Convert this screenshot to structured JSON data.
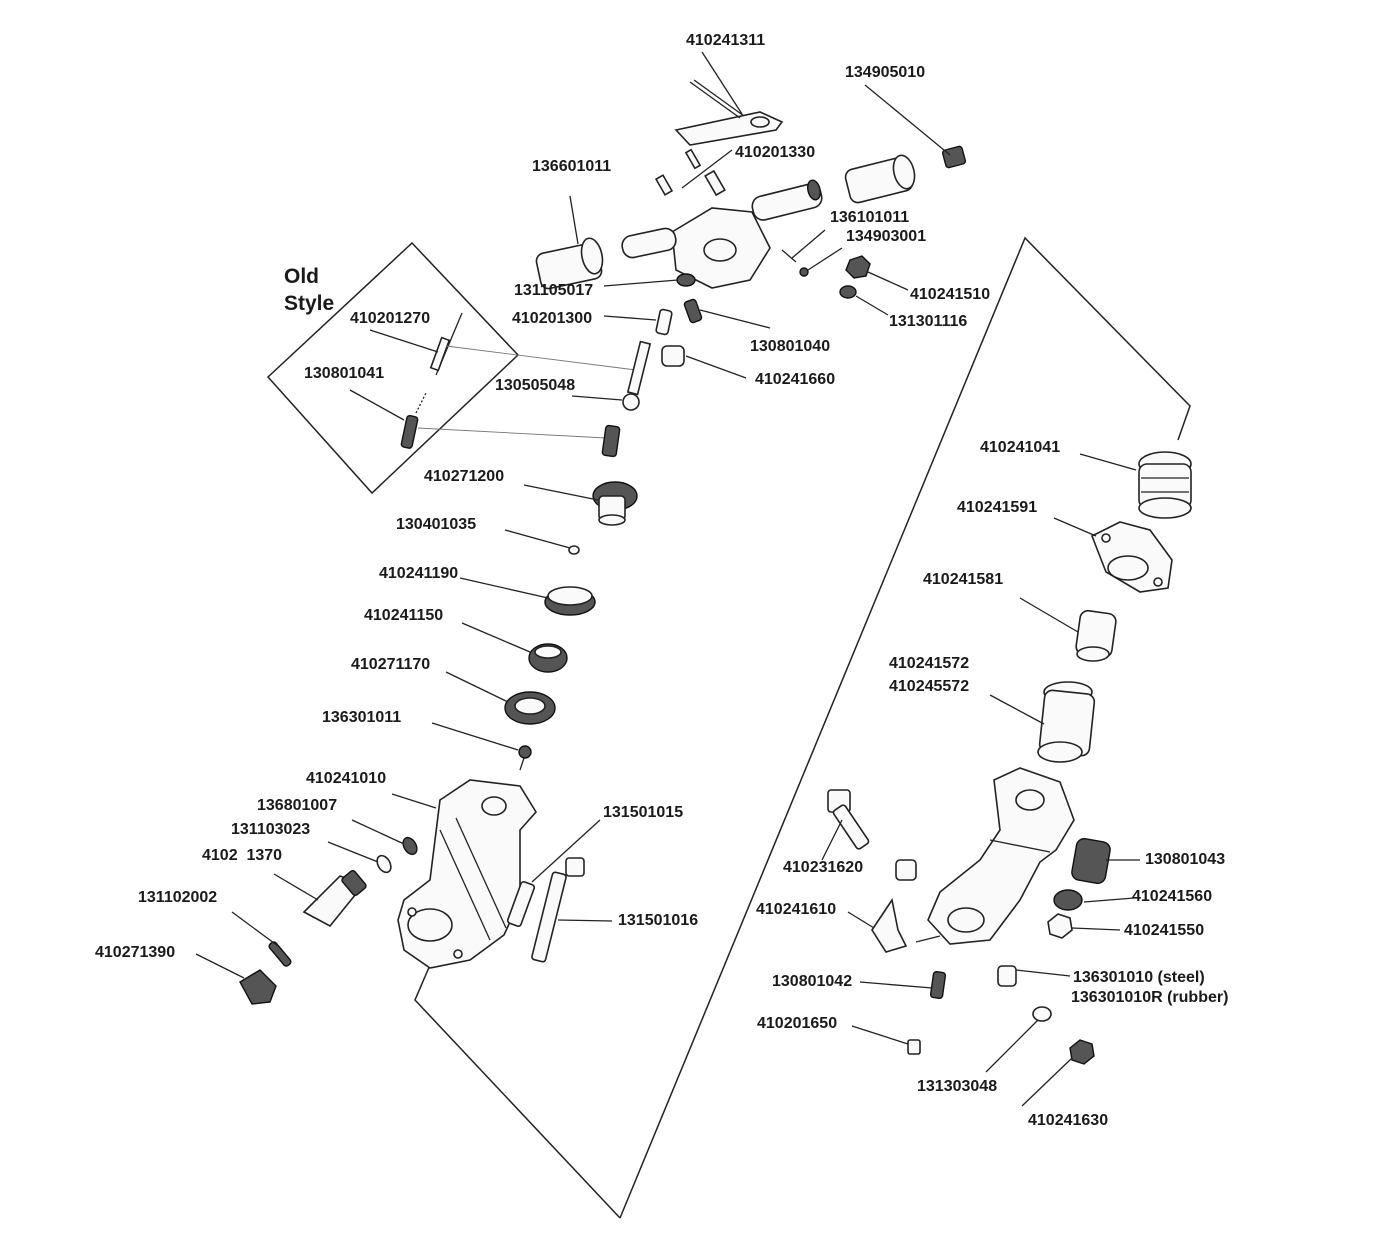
{
  "old_style": {
    "line1": "Old",
    "line2": "Style"
  },
  "labels": {
    "p410241311": "410241311",
    "p134905010": "134905010",
    "p410201330": "410201330",
    "p136601011": "136601011",
    "p136101011": "136101011",
    "p134903001": "134903001",
    "p410241510": "410241510",
    "p131301116": "131301116",
    "p131105017": "131105017",
    "p410201300": "410201300",
    "p130801040": "130801040",
    "p410201270": "410201270",
    "p130801041": "130801041",
    "p130505048": "130505048",
    "p410241660": "410241660",
    "p410271200": "410271200",
    "p130401035": "130401035",
    "p410241190": "410241190",
    "p410241150": "410241150",
    "p410271170": "410271170",
    "p136301011": "136301011",
    "p410241010": "410241010",
    "p136801007": "136801007",
    "p131103023": "131103023",
    "p4102_1370": "4102  1370",
    "p131102002": "131102002",
    "p410271390": "410271390",
    "p131501015": "131501015",
    "p131501016": "131501016",
    "p410241041": "410241041",
    "p410241591": "410241591",
    "p410241581": "410241581",
    "p410241572": "410241572",
    "p410245572": "410245572",
    "p410231620": "410231620",
    "p130801043": "130801043",
    "p410241560": "410241560",
    "p410241610": "410241610",
    "p410241550": "410241550",
    "p130801042": "130801042",
    "p136301010": "136301010 (steel)",
    "p136301010R": "136301010R (rubber)",
    "p410201650": "410201650",
    "p131303048": "131303048",
    "p410241630": "410241630"
  }
}
